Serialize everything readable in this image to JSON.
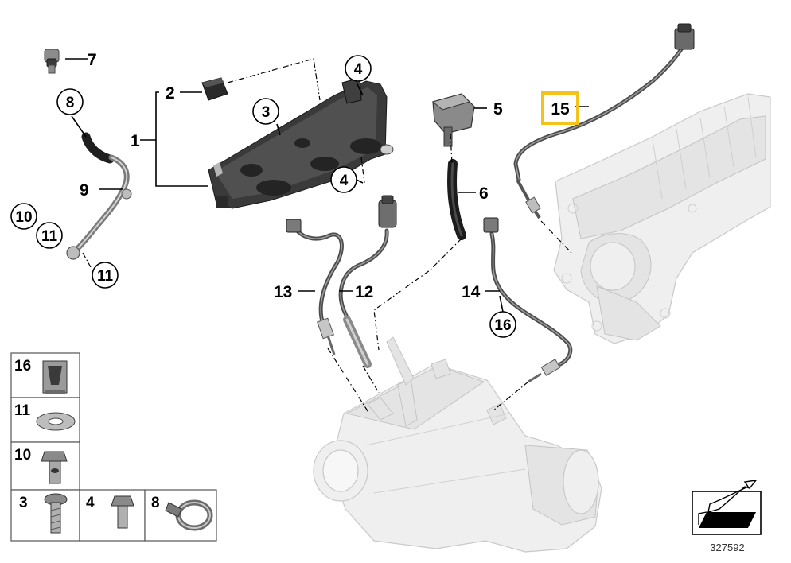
{
  "diagram": {
    "labels": {
      "l1": "1",
      "l2": "2",
      "l3": "3",
      "l4a": "4",
      "l4b": "4",
      "l5": "5",
      "l6": "6",
      "l7": "7",
      "l8": "8",
      "l9": "9",
      "l10": "10",
      "l11a": "11",
      "l11b": "11",
      "l12": "12",
      "l13": "13",
      "l14": "14",
      "l15": "15",
      "l16": "16"
    },
    "highlight": {
      "label": "15",
      "color": "#f2c319"
    },
    "parts_table": {
      "cells": [
        "16",
        "11",
        "10",
        "3",
        "4",
        "8"
      ]
    },
    "reference_number": "327592",
    "corner_icon": "arrow-view-icon"
  }
}
